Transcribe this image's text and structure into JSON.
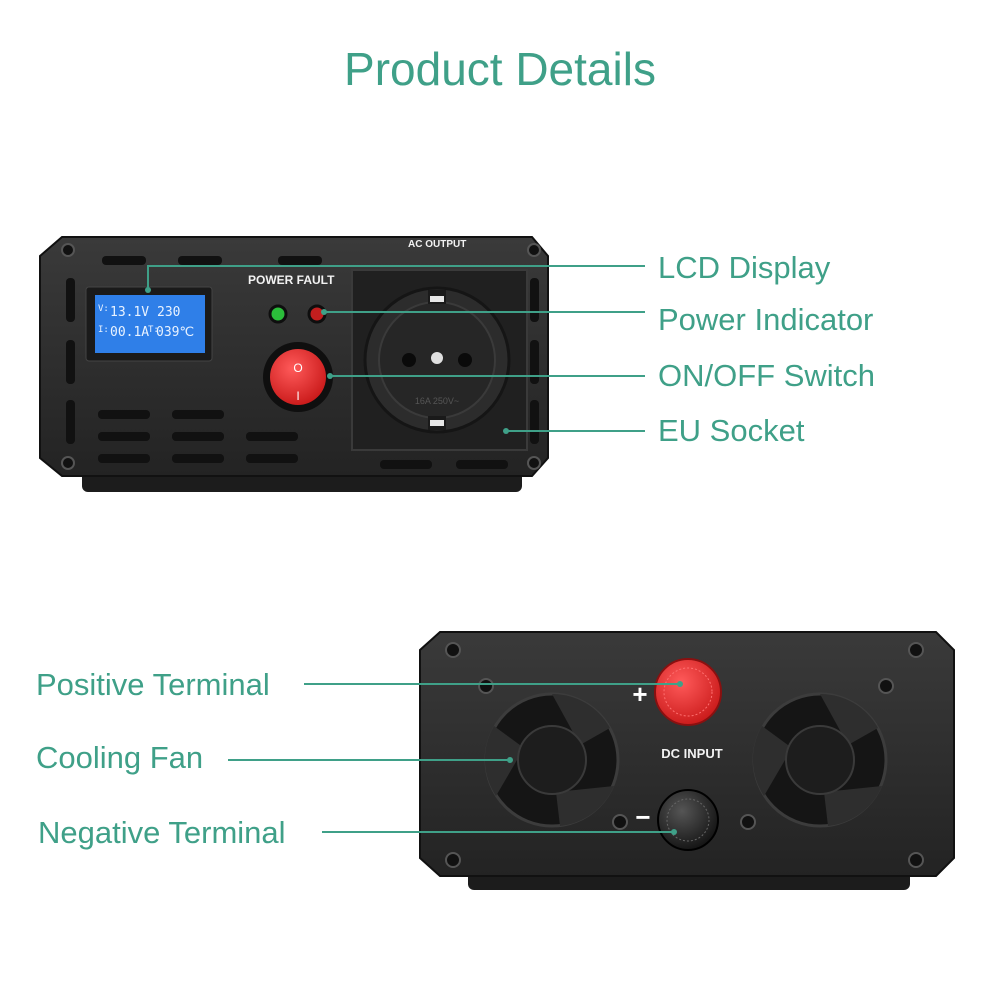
{
  "page": {
    "title": "Product Details"
  },
  "front_view": {
    "lcd": {
      "line1_label": "V:",
      "voltage_in": "13.1V",
      "voltage_out": "230",
      "line2_label": "I:",
      "current": "00.1A",
      "temp_label": "T:",
      "temperature": "039℃"
    },
    "power_fault_label": "POWER  FAULT",
    "ac_output_label": "AC OUTPUT",
    "socket_text_line1": "16A 250V~",
    "switch_on_symbol": "I",
    "switch_off_symbol": "O"
  },
  "rear_view": {
    "dc_input_label": "DC INPUT",
    "plus_symbol": "+",
    "minus_symbol": "−"
  },
  "callouts": {
    "lcd_display": "LCD Display",
    "power_indicator": "Power Indicator",
    "on_off_switch": "ON/OFF Switch",
    "eu_socket": "EU Socket",
    "positive_terminal": "Positive Terminal",
    "cooling_fan": "Cooling Fan",
    "negative_terminal": "Negative Terminal"
  },
  "colors": {
    "accent": "#3fa088",
    "body": "#2b2b2b",
    "lcd": "#2f7fe8",
    "switch": "#e8383b",
    "led_green": "#2bbd3a",
    "led_red": "#c21e1e"
  }
}
